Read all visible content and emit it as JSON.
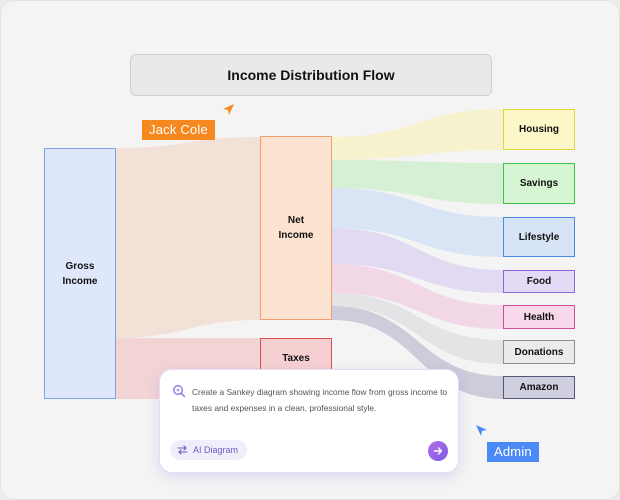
{
  "diagram": {
    "title": "Income Distribution Flow",
    "nodes": {
      "gross_income": "Gross\nIncome",
      "net_income": "Net\nIncome",
      "taxes": "Taxes",
      "housing": "Housing",
      "savings": "Savings",
      "lifestyle": "Lifestyle",
      "food": "Food",
      "health": "Health",
      "donations": "Donations",
      "amazon": "Amazon"
    },
    "colors": {
      "gross_income": "#dfe8fb",
      "net_income": "#fde3d1",
      "taxes": "#f6d0d0",
      "housing": "#fbf7c8",
      "savings": "#d5f5d3",
      "lifestyle": "#d6e4f6",
      "food": "#e3daf6",
      "health": "#f7d7ea",
      "donations": "#ebebeb",
      "amazon": "#cfcfdf"
    }
  },
  "collaborators": {
    "user1": {
      "name": "Jack Cole",
      "color": "#f5891f"
    },
    "user2": {
      "name": "Admin",
      "color": "#4b8af5"
    }
  },
  "prompt_panel": {
    "text": "Create a Sankey diagram showing income flow from gross income to taxes and expenses in a clean, professional style.",
    "chip_label": "AI Diagram",
    "sparkle_icon": "sparkle-search-icon",
    "send_icon": "arrow-right-icon",
    "accent": "#7b5be6"
  }
}
